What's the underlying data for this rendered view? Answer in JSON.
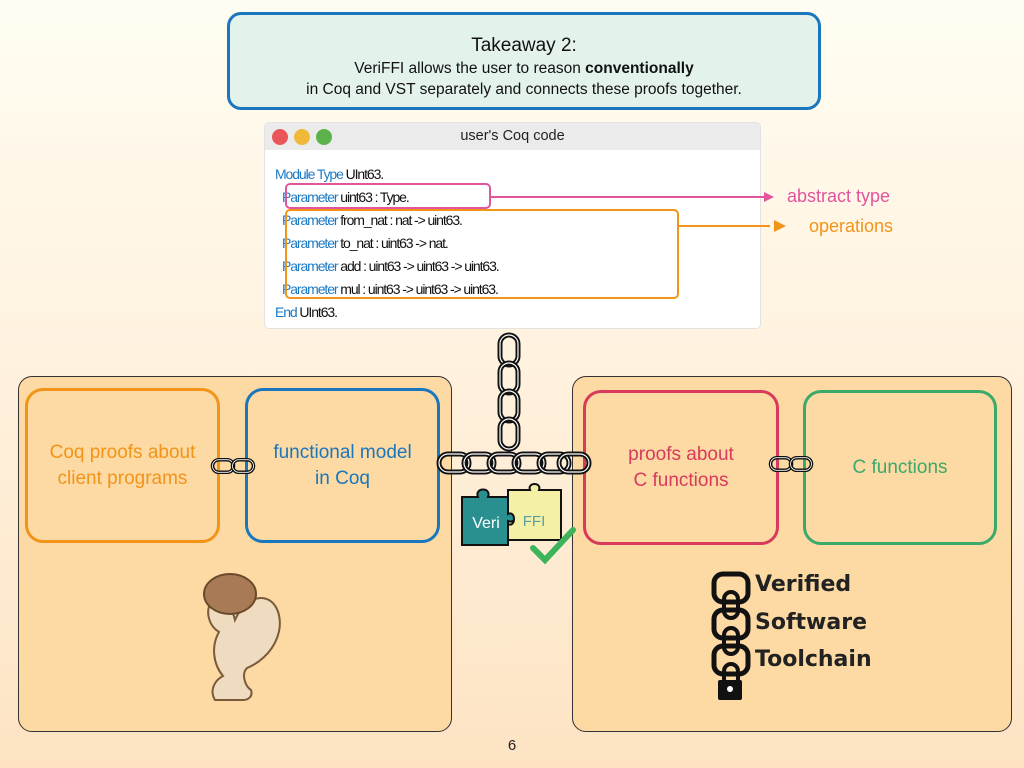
{
  "takeaway": {
    "heading": "Takeaway 2:",
    "line1_prefix": "VeriFFI allows the user to reason ",
    "line1_bold": "conventionally",
    "line2": "in Coq and VST separately and connects these proofs together."
  },
  "code_window": {
    "title": "user's Coq code",
    "lines": [
      {
        "kw": "Module Type",
        "rest": " UInt63."
      },
      {
        "kw": "Parameter",
        "rest": " uint63 : Type."
      },
      {
        "kw": "Parameter",
        "rest": " from_nat : nat -> uint63."
      },
      {
        "kw": "Parameter",
        "rest": " to_nat : uint63 -> nat."
      },
      {
        "kw": "Parameter",
        "rest": " add : uint63 -> uint63 -> uint63."
      },
      {
        "kw": "Parameter",
        "rest": " mul : uint63 -> uint63 -> uint63."
      },
      {
        "kw": "End",
        "rest": " UInt63."
      }
    ]
  },
  "annotations": {
    "abstract_type": "abstract type",
    "operations": "operations"
  },
  "left_panel": {
    "box1": "Coq proofs about\nclient programs",
    "box2": "functional model\nin Coq"
  },
  "right_panel": {
    "box1": "proofs about\nC functions",
    "box2": "C functions"
  },
  "logo": {
    "puzzle_left": "Veri",
    "puzzle_right": "FFI"
  },
  "vst_logo": {
    "line1": "Verified",
    "line2": "Software",
    "line3": "Toolchain"
  },
  "page_number": "6",
  "colors": {
    "takeaway_border": "#1a76bd",
    "abstract_type": "#e0559c",
    "operations": "#f29418",
    "box_orange": "#f29418",
    "box_blue": "#1a76bd",
    "box_red": "#d83a5c",
    "box_green": "#3aaa6a",
    "check_green": "#3db35a"
  }
}
